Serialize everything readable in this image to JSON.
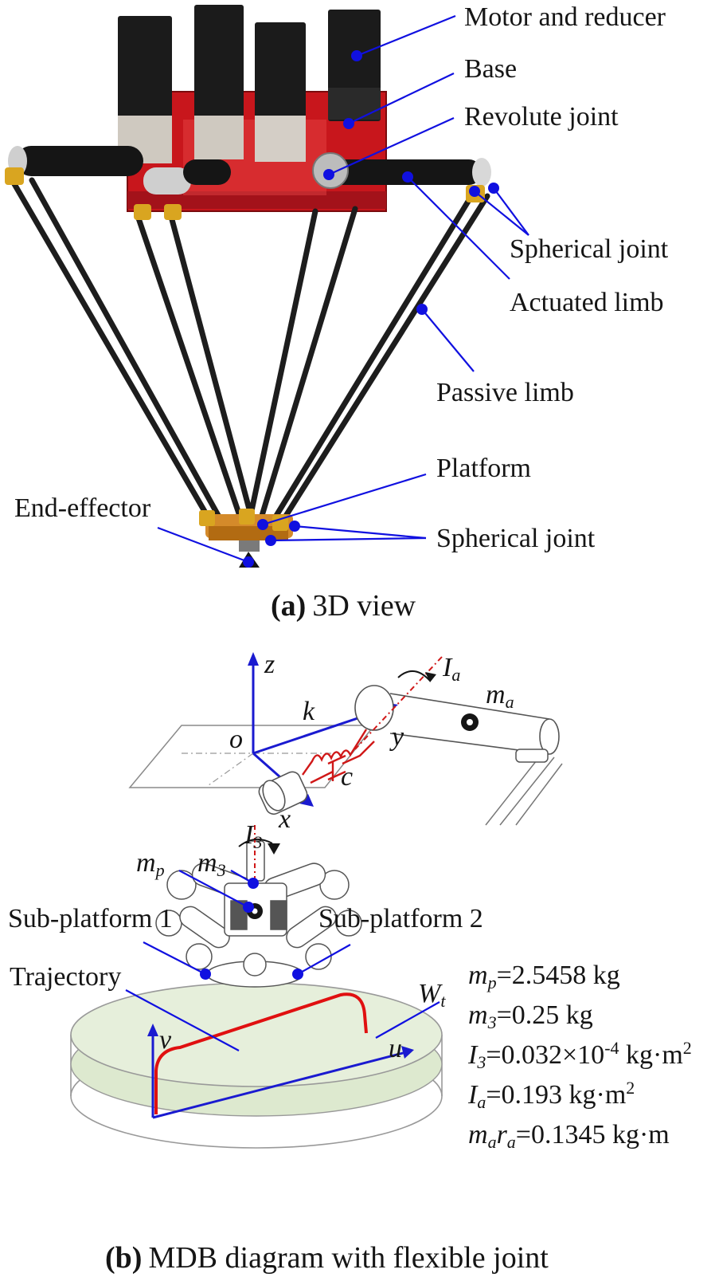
{
  "panel_a": {
    "labels": {
      "motor": "Motor and reducer",
      "base": "Base",
      "revolute": "Revolute joint",
      "spherical_top": "Spherical joint",
      "actuated": "Actuated limb",
      "passive": "Passive limb",
      "platform": "Platform",
      "end_effector": "End-effector",
      "spherical_bottom": "Spherical joint"
    },
    "caption": {
      "letter": "(a)",
      "text": "3D view"
    }
  },
  "panel_flex": {
    "labels": {
      "z": "z",
      "o": "o",
      "k": "k",
      "c": "c",
      "x": "x",
      "y": "y",
      "ia_main": "I",
      "ia_sub": "a",
      "ma_main": "m",
      "ma_sub": "a"
    }
  },
  "panel_b": {
    "labels": {
      "sub1": "Sub-platform 1",
      "sub2": "Sub-platform 2",
      "trajectory": "Trajectory",
      "mp_main": "m",
      "mp_sub": "p",
      "m3_main": "m",
      "m3_sub": "3",
      "i3_main": "I",
      "i3_sub": "3",
      "wt_main": "W",
      "wt_sub": "t",
      "u": "u",
      "v": "v"
    },
    "params": {
      "p1": {
        "sym": "m",
        "sub": "p",
        "val": "=2.5458 kg"
      },
      "p2": {
        "sym": "m",
        "sub": "3",
        "val": "=0.25 kg"
      },
      "p3": {
        "sym": "I",
        "sub": "3",
        "val": "=0.032×10",
        "sup": "-4",
        "unit": " kg·m",
        "unit_sup": "2"
      },
      "p4": {
        "sym": "I",
        "sub": "a",
        "val": "=0.193 kg·m",
        "unit_sup": "2"
      },
      "p5": {
        "sym": "m",
        "sub": "a",
        "sym2": "r",
        "sub2": "a",
        "val": "=0.1345 kg·m"
      }
    },
    "caption": {
      "letter": "(b)",
      "text": "MDB diagram with flexible joint"
    }
  },
  "colors": {
    "pointer": "#1010e0",
    "motor": "#1b1b1b",
    "base": "#c8161c",
    "limb": "#222222",
    "trajectory": "#e01010",
    "disk_fill": "#dde9cf",
    "axis": "#1a1ad0"
  }
}
